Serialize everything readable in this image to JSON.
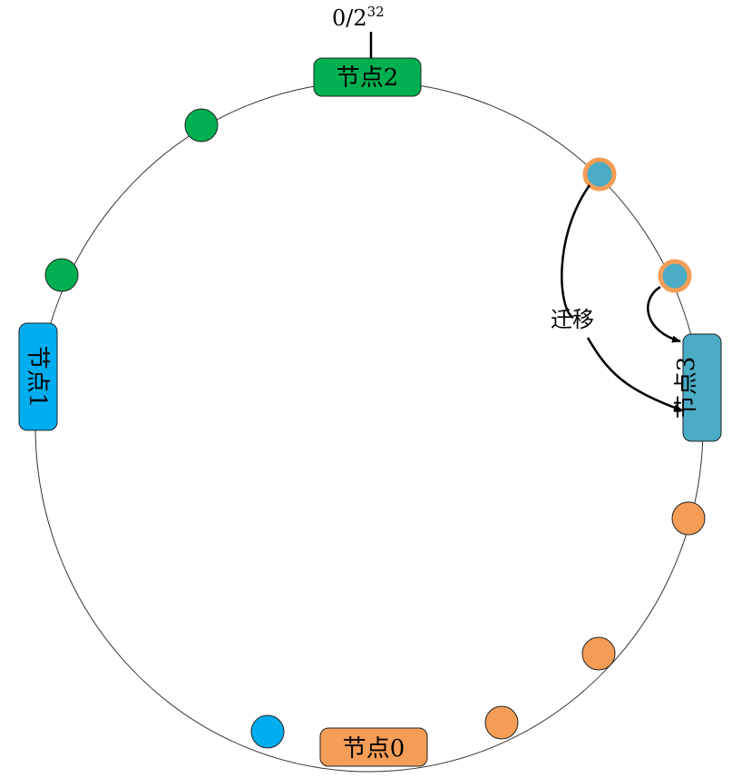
{
  "title": "Consistent hashing ring with node migration",
  "top_label": {
    "base": "0/2",
    "exponent": "32"
  },
  "migration_label": "迁移",
  "colors": {
    "node0": "#f59d56",
    "node1": "#00adef",
    "node2": "#00b050",
    "node3": "#4bacc6",
    "ring": "#333333",
    "migrating_border": "#f59d56"
  },
  "nodes": [
    {
      "id": "node0",
      "label": "节点0",
      "color_key": "node0"
    },
    {
      "id": "node1",
      "label": "节点1",
      "color_key": "node1"
    },
    {
      "id": "node2",
      "label": "节点2",
      "color_key": "node2"
    },
    {
      "id": "node3",
      "label": "节点3",
      "color_key": "node3"
    }
  ],
  "data_points": [
    {
      "owner": "node2",
      "migrating": false
    },
    {
      "owner": "node2",
      "migrating": false
    },
    {
      "owner": "node1",
      "migrating": false
    },
    {
      "owner": "node0",
      "migrating": false
    },
    {
      "owner": "node0",
      "migrating": false
    },
    {
      "owner": "node0",
      "migrating": false
    },
    {
      "owner": "node3",
      "migrating": true
    },
    {
      "owner": "node3",
      "migrating": true
    }
  ]
}
